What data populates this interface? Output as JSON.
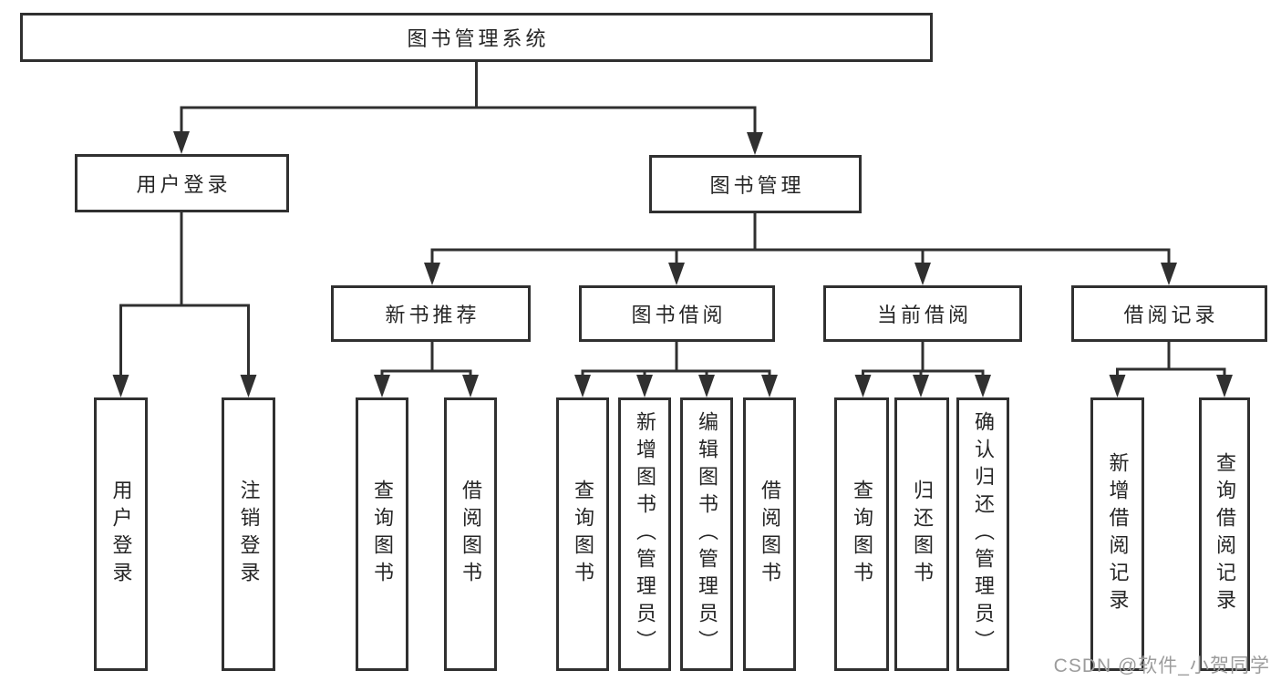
{
  "diagram": {
    "type": "tree",
    "root": {
      "label": "图书管理系统"
    },
    "level2": [
      {
        "label": "用户登录",
        "parent": "图书管理系统"
      },
      {
        "label": "图书管理",
        "parent": "图书管理系统"
      }
    ],
    "level3": [
      {
        "label": "新书推荐",
        "parent": "图书管理"
      },
      {
        "label": "图书借阅",
        "parent": "图书管理"
      },
      {
        "label": "当前借阅",
        "parent": "图书管理"
      },
      {
        "label": "借阅记录",
        "parent": "图书管理"
      }
    ],
    "leaves": [
      {
        "label": "用户登录",
        "parent": "用户登录"
      },
      {
        "label": "注销登录",
        "parent": "用户登录"
      },
      {
        "label": "查询图书",
        "parent": "新书推荐"
      },
      {
        "label": "借阅图书",
        "parent": "新书推荐"
      },
      {
        "label": "查询图书",
        "parent": "图书借阅"
      },
      {
        "label": "新增图书（管理员）",
        "parent": "图书借阅"
      },
      {
        "label": "编辑图书（管理员）",
        "parent": "图书借阅"
      },
      {
        "label": "借阅图书",
        "parent": "图书借阅"
      },
      {
        "label": "查询图书",
        "parent": "当前借阅"
      },
      {
        "label": "归还图书",
        "parent": "当前借阅"
      },
      {
        "label": "确认归还（管理员）",
        "parent": "当前借阅"
      },
      {
        "label": "新增借阅记录",
        "parent": "借阅记录"
      },
      {
        "label": "查询借阅记录",
        "parent": "借阅记录"
      }
    ]
  },
  "watermark": {
    "text": "CSDN @软件_小贺同学"
  },
  "colors": {
    "line": "#303030",
    "box_border": "#303030",
    "text": "#262626",
    "watermark": "#9c9c9c",
    "background": "#ffffff"
  }
}
